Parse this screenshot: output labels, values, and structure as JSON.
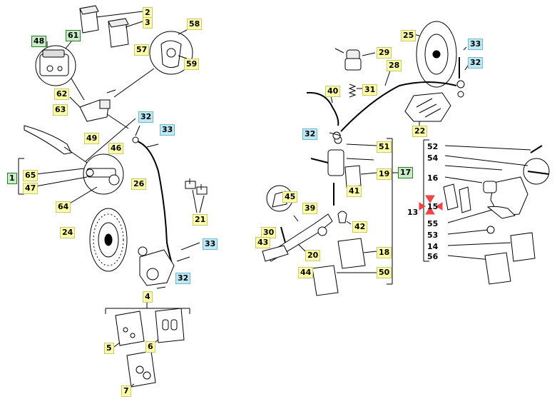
{
  "colors": {
    "yellow": "#ffffaa",
    "green": "#c8ecc8",
    "blue": "#bfe9f6",
    "marker_red": "#ee4444",
    "line": "#000000"
  },
  "labels": [
    {
      "id": "l2",
      "text": "2",
      "style": "yellow"
    },
    {
      "id": "l3",
      "text": "3",
      "style": "yellow"
    },
    {
      "id": "l48",
      "text": "48",
      "style": "green"
    },
    {
      "id": "l61",
      "text": "61",
      "style": "green"
    },
    {
      "id": "l58",
      "text": "58",
      "style": "yellow"
    },
    {
      "id": "l57",
      "text": "57",
      "style": "yellow"
    },
    {
      "id": "l59",
      "text": "59",
      "style": "yellow"
    },
    {
      "id": "l62",
      "text": "62",
      "style": "yellow"
    },
    {
      "id": "l63",
      "text": "63",
      "style": "yellow"
    },
    {
      "id": "l49",
      "text": "49",
      "style": "yellow"
    },
    {
      "id": "l46",
      "text": "46",
      "style": "yellow"
    },
    {
      "id": "l32a",
      "text": "32",
      "style": "blue"
    },
    {
      "id": "l33a",
      "text": "33",
      "style": "blue"
    },
    {
      "id": "l1",
      "text": "1",
      "style": "green"
    },
    {
      "id": "l65",
      "text": "65",
      "style": "yellow"
    },
    {
      "id": "l47",
      "text": "47",
      "style": "yellow"
    },
    {
      "id": "l64",
      "text": "64",
      "style": "yellow"
    },
    {
      "id": "l26",
      "text": "26",
      "style": "yellow"
    },
    {
      "id": "l21",
      "text": "21",
      "style": "yellow"
    },
    {
      "id": "l24",
      "text": "24",
      "style": "yellow"
    },
    {
      "id": "l33b",
      "text": "33",
      "style": "blue"
    },
    {
      "id": "l32b",
      "text": "32",
      "style": "blue"
    },
    {
      "id": "l4",
      "text": "4",
      "style": "yellow"
    },
    {
      "id": "l5",
      "text": "5",
      "style": "yellow"
    },
    {
      "id": "l6",
      "text": "6",
      "style": "yellow"
    },
    {
      "id": "l7",
      "text": "7",
      "style": "yellow"
    },
    {
      "id": "l25",
      "text": "25",
      "style": "yellow"
    },
    {
      "id": "l33c",
      "text": "33",
      "style": "blue"
    },
    {
      "id": "l32c",
      "text": "32",
      "style": "blue"
    },
    {
      "id": "l29",
      "text": "29",
      "style": "yellow"
    },
    {
      "id": "l28",
      "text": "28",
      "style": "yellow"
    },
    {
      "id": "l40",
      "text": "40",
      "style": "yellow"
    },
    {
      "id": "l31",
      "text": "31",
      "style": "yellow"
    },
    {
      "id": "l32d",
      "text": "32",
      "style": "blue"
    },
    {
      "id": "l22",
      "text": "22",
      "style": "yellow"
    },
    {
      "id": "l51",
      "text": "51",
      "style": "yellow"
    },
    {
      "id": "l19",
      "text": "19",
      "style": "yellow"
    },
    {
      "id": "l17",
      "text": "17",
      "style": "green"
    },
    {
      "id": "l41",
      "text": "41",
      "style": "yellow"
    },
    {
      "id": "l45",
      "text": "45",
      "style": "yellow"
    },
    {
      "id": "l39",
      "text": "39",
      "style": "yellow"
    },
    {
      "id": "l42",
      "text": "42",
      "style": "yellow"
    },
    {
      "id": "l30",
      "text": "30",
      "style": "yellow"
    },
    {
      "id": "l43",
      "text": "43",
      "style": "yellow"
    },
    {
      "id": "l20",
      "text": "20",
      "style": "yellow"
    },
    {
      "id": "l44",
      "text": "44",
      "style": "yellow"
    },
    {
      "id": "l18",
      "text": "18",
      "style": "yellow"
    },
    {
      "id": "l50",
      "text": "50",
      "style": "yellow"
    },
    {
      "id": "l52",
      "text": "52",
      "style": "plain"
    },
    {
      "id": "l54",
      "text": "54",
      "style": "plain"
    },
    {
      "id": "l16",
      "text": "16",
      "style": "plain"
    },
    {
      "id": "l13",
      "text": "13",
      "style": "plain"
    },
    {
      "id": "l15",
      "text": "15",
      "style": "red"
    },
    {
      "id": "l55",
      "text": "55",
      "style": "plain"
    },
    {
      "id": "l53",
      "text": "53",
      "style": "plain"
    },
    {
      "id": "l14",
      "text": "14",
      "style": "plain"
    },
    {
      "id": "l56",
      "text": "56",
      "style": "plain"
    }
  ]
}
